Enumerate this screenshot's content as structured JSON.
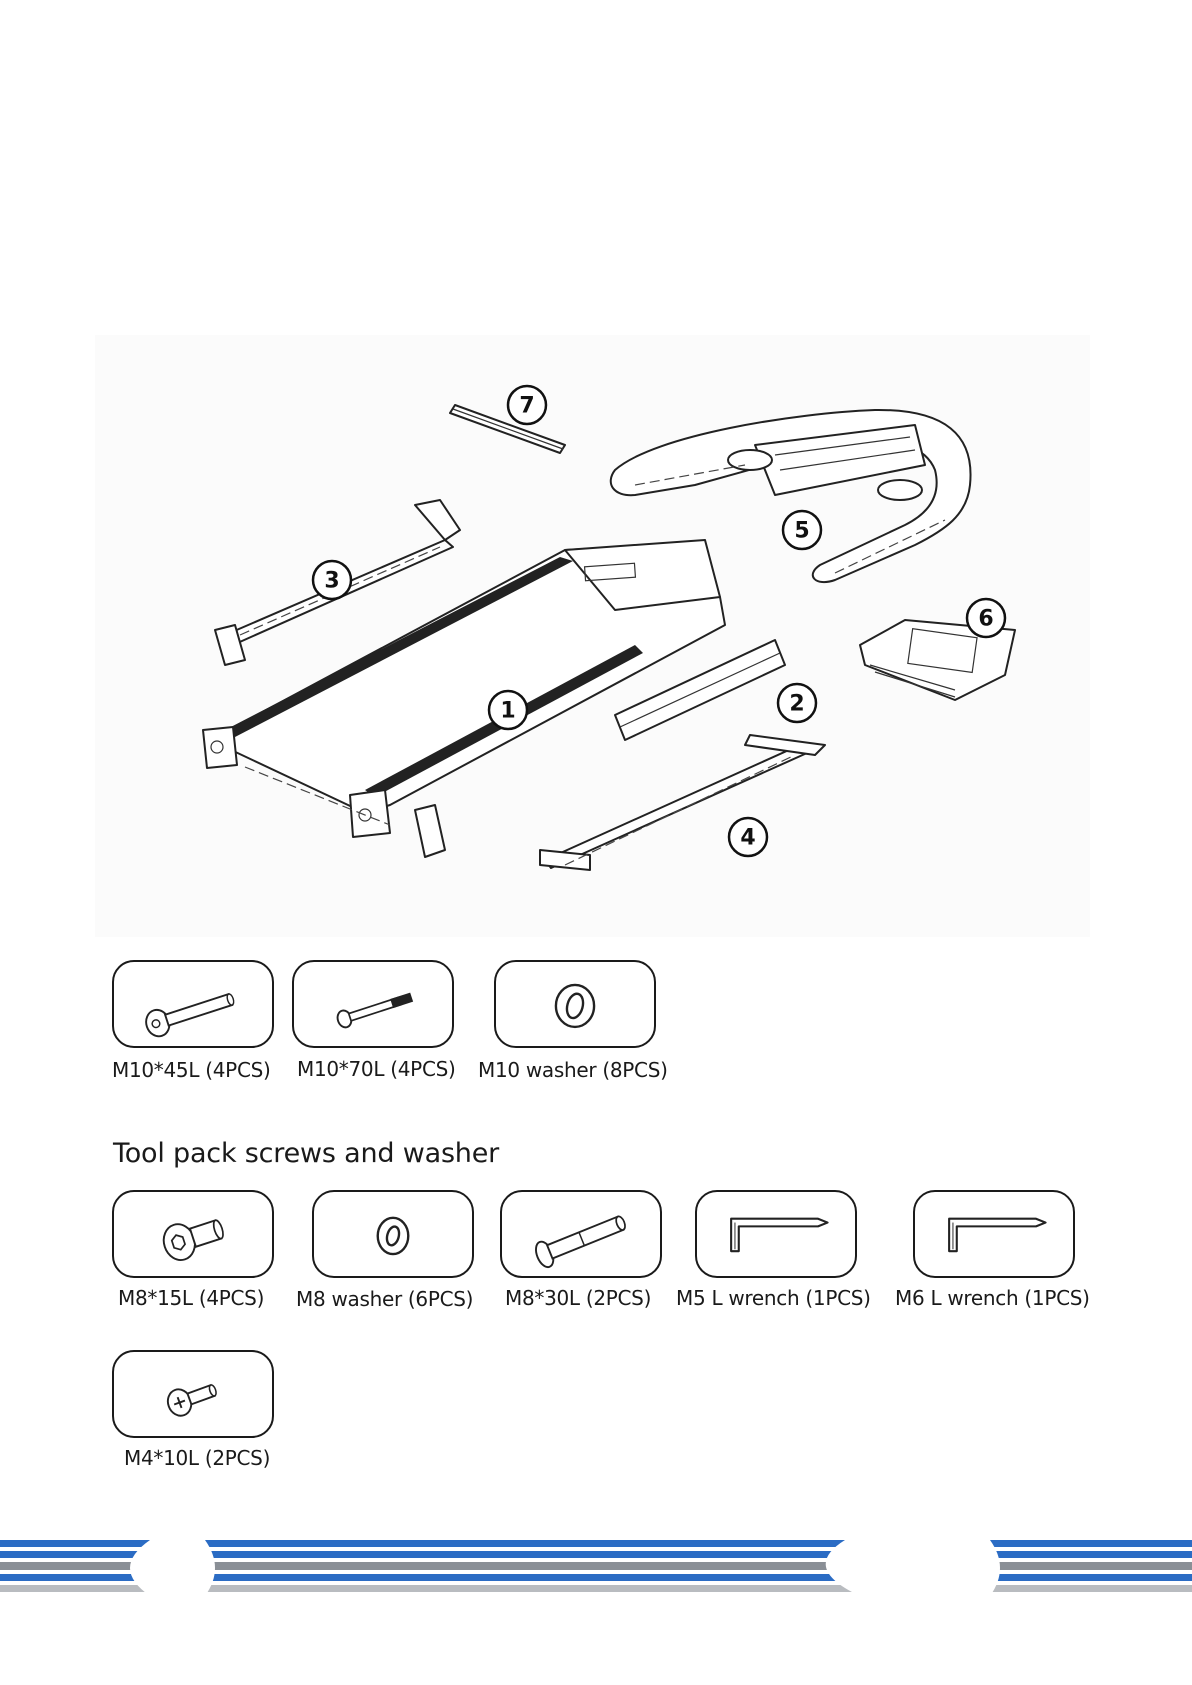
{
  "diagram": {
    "callouts": [
      "1",
      "2",
      "3",
      "4",
      "5",
      "6",
      "7"
    ]
  },
  "hardware_parts": [
    {
      "label": "M10*45L (4PCS)",
      "icon": "bolt-icon"
    },
    {
      "label": "M10*70L (4PCS)",
      "icon": "long-bolt-icon"
    },
    {
      "label": "M10 washer (8PCS)",
      "icon": "washer-icon"
    }
  ],
  "tool_pack": {
    "title": "Tool pack screws and washer",
    "parts": [
      {
        "label": "M8*15L (4PCS)",
        "icon": "short-bolt-icon"
      },
      {
        "label": "M8 washer (6PCS)",
        "icon": "washer-icon"
      },
      {
        "label": "M8*30L (2PCS)",
        "icon": "bolt-icon"
      },
      {
        "label": "M5 L wrench (1PCS)",
        "icon": "l-wrench-icon"
      },
      {
        "label": "M6 L wrench (1PCS)",
        "icon": "l-wrench-icon"
      },
      {
        "label": "M4*10L (2PCS)",
        "icon": "screw-icon"
      }
    ]
  },
  "colors": {
    "stripe_blue": "#2b6cc4",
    "stripe_gray": "#8a8f96"
  }
}
